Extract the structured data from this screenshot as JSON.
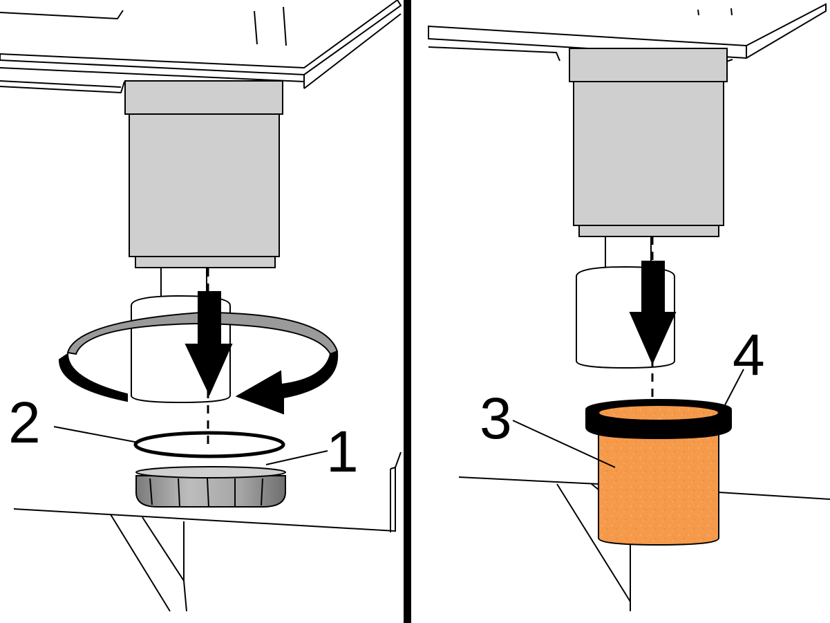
{
  "labels": {
    "one": "1",
    "two": "2",
    "three": "3",
    "four": "4"
  },
  "colors": {
    "housing_gray": "#cfcfcf",
    "rotation_back": "#9a9a9a",
    "filter_orange": "#f59a4a",
    "filter_orange_dark": "#e8862e",
    "cap_gray": "#8c8c8c",
    "ink": "#000000"
  },
  "icons": {
    "down_arrow": "arrow-down-icon",
    "rotate_arrow": "rotate-arrow-icon"
  }
}
